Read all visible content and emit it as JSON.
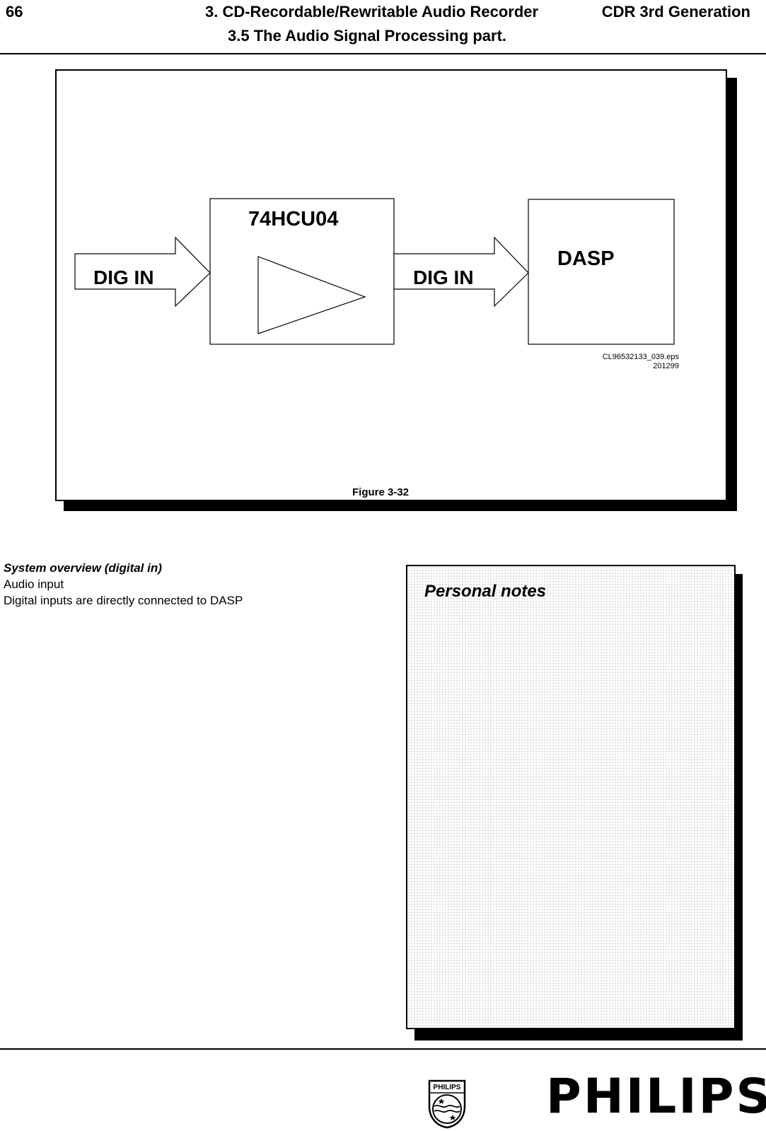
{
  "header": {
    "page_number": "66",
    "chapter_title": "3. CD-Recordable/Rewritable Audio Recorder",
    "doc_series": "CDR 3rd Generation",
    "section_title": "3.5 The Audio Signal Processing part."
  },
  "figure": {
    "chip_label": "74HCU04",
    "input_label": "DIG IN",
    "output_label": "DIG IN",
    "dasp_label": "DASP",
    "file_ref": "CL96532133_039.eps",
    "file_date": "201299",
    "caption": "Figure 3-32"
  },
  "body": {
    "heading": "System overview (digital in)",
    "line1": "Audio input",
    "line2": "Digital inputs are directly connected to DASP"
  },
  "notes": {
    "title": "Personal notes"
  },
  "footer": {
    "logo_text": "PHILIPS",
    "wordmark": "PHILIPS"
  }
}
